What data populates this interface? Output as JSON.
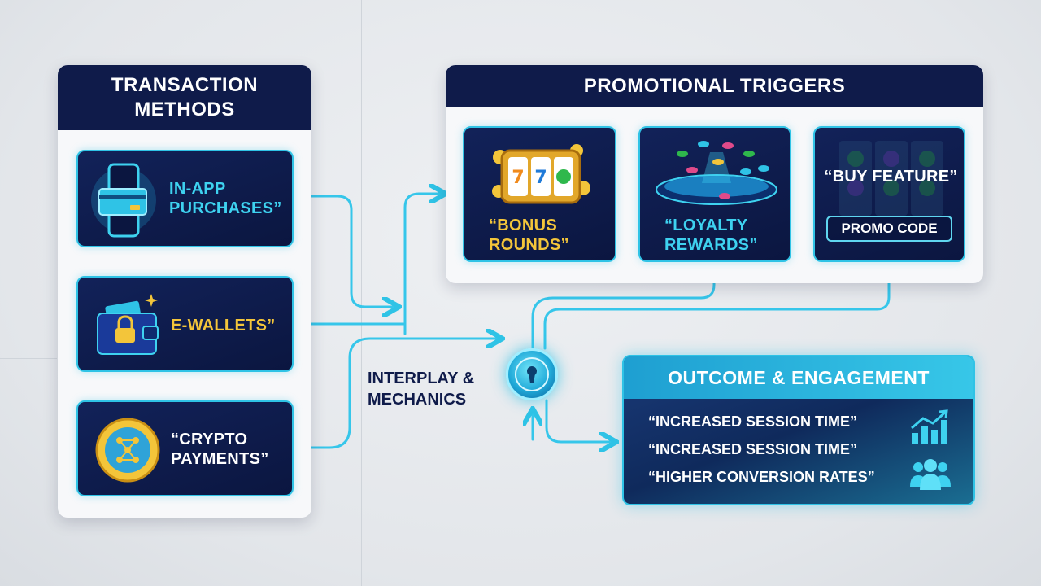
{
  "transaction_panel": {
    "title": "TRANSACTION METHODS",
    "items": [
      {
        "label": "IN-APP PURCHASES”",
        "icon": "smartphone-card-icon",
        "color": "#3ed2f0"
      },
      {
        "label": "E-WALLETS”",
        "icon": "wallet-lock-icon",
        "color": "#f3c53a"
      },
      {
        "label": "“CRYPTO PAYMENTS”",
        "icon": "crypto-coin-icon",
        "color": "#ffffff"
      }
    ]
  },
  "promo_panel": {
    "title": "PROMOTIONAL TRIGGERS",
    "items": [
      {
        "label": "“BONUS ROUNDS”",
        "icon": "slot-machine-icon",
        "color": "#f3c53a"
      },
      {
        "label": "“LOYALTY REWARDS”",
        "icon": "poker-table-chips-icon",
        "color": "#3ed2f0"
      },
      {
        "label": "“BUY FEATURE”",
        "icon": "slot-reels-icon",
        "color": "#ffffff",
        "button": "PROMO CODE"
      }
    ]
  },
  "middle": {
    "label": "INTERPLAY & MECHANICS",
    "hub_icon": "keyhole-hub-icon"
  },
  "outcome": {
    "title": "OUTCOME & ENGAGEMENT",
    "items": [
      "“INCREASED SESSION TIME”",
      "“INCREASED SESSION TIME”",
      "“HIGHER CONVERSION RATES”"
    ],
    "icons": [
      "growth-chart-icon",
      "users-group-icon"
    ]
  },
  "colors": {
    "navy": "#0f1b4a",
    "cyan": "#2fc3e6",
    "gold": "#f3c53a"
  }
}
